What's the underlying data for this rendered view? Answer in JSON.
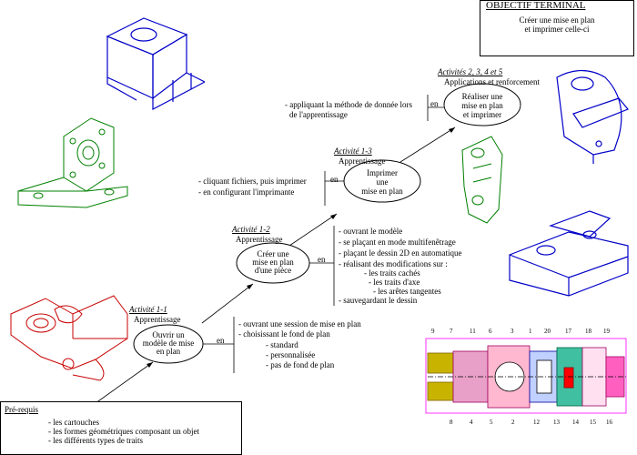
{
  "objective": {
    "title": "OBJECTIF TERMINAL",
    "line1": "Créer une mise en plan",
    "line2": "et imprimer celle-ci"
  },
  "activities": [
    {
      "heading": "Activité 1-1",
      "type": "Apprentissage",
      "bubble": [
        "Ouvrir un",
        "modèle de mise",
        "en plan"
      ],
      "link": "en",
      "items": [
        "- ouvrant une session de mise en plan",
        "- choisissant le fond de plan"
      ],
      "subitems": [
        "- standard",
        "- personnalisée",
        "- pas de fond de plan"
      ]
    },
    {
      "heading": "Activité 1-2",
      "type": "Apprentissage",
      "bubble": [
        "Créer une",
        "mise en plan",
        "d'une pièce"
      ],
      "link": "en",
      "items": [
        "- ouvrant le modèle",
        "- se plaçant en mode multifenêtrage",
        "- plaçant le dessin 2D en automatique",
        "- réalisant des modifications sur :"
      ],
      "subitems": [
        "- les traits cachés",
        "- les traits d'axe",
        "- les arêtes tangentes"
      ],
      "last": "- sauvegardant le dessin"
    },
    {
      "heading": "Activité 1-3",
      "type": "Apprentissage",
      "bubble": [
        "Imprimer",
        "une",
        "mise en plan"
      ],
      "link": "en",
      "items": [
        "- cliquant fichiers, puis imprimer",
        "- en configurant l'imprimante"
      ]
    },
    {
      "heading": "Activités 2, 3, 4 et 5",
      "type": "Applications et renforcement",
      "bubble": [
        "Réaliser une",
        "mise en plan",
        "et imprimer"
      ],
      "link": "en",
      "items": [
        "- appliquant la méthode de donnée lors",
        "  de l'apprentissage"
      ]
    }
  ],
  "prerequisites": {
    "title": "Pré-requis",
    "items": [
      "- les cartouches",
      "- les formes géométriques composant un objet",
      "- les différents types de traits"
    ]
  },
  "assembly_numbers": {
    "top": [
      "9",
      "7",
      "11",
      "6",
      "3",
      "1",
      "20",
      "17",
      "18",
      "19"
    ],
    "bottom": [
      "8",
      "4",
      "5",
      "2",
      "12",
      "13",
      "14",
      "15",
      "16"
    ]
  },
  "colors": {
    "blue_part": "#0000c8",
    "green_part": "#008000",
    "red_part": "#c80000",
    "assembly_green": "#00a0a0",
    "assembly_magenta": "#ff00ff",
    "assembly_red": "#ff0000"
  }
}
